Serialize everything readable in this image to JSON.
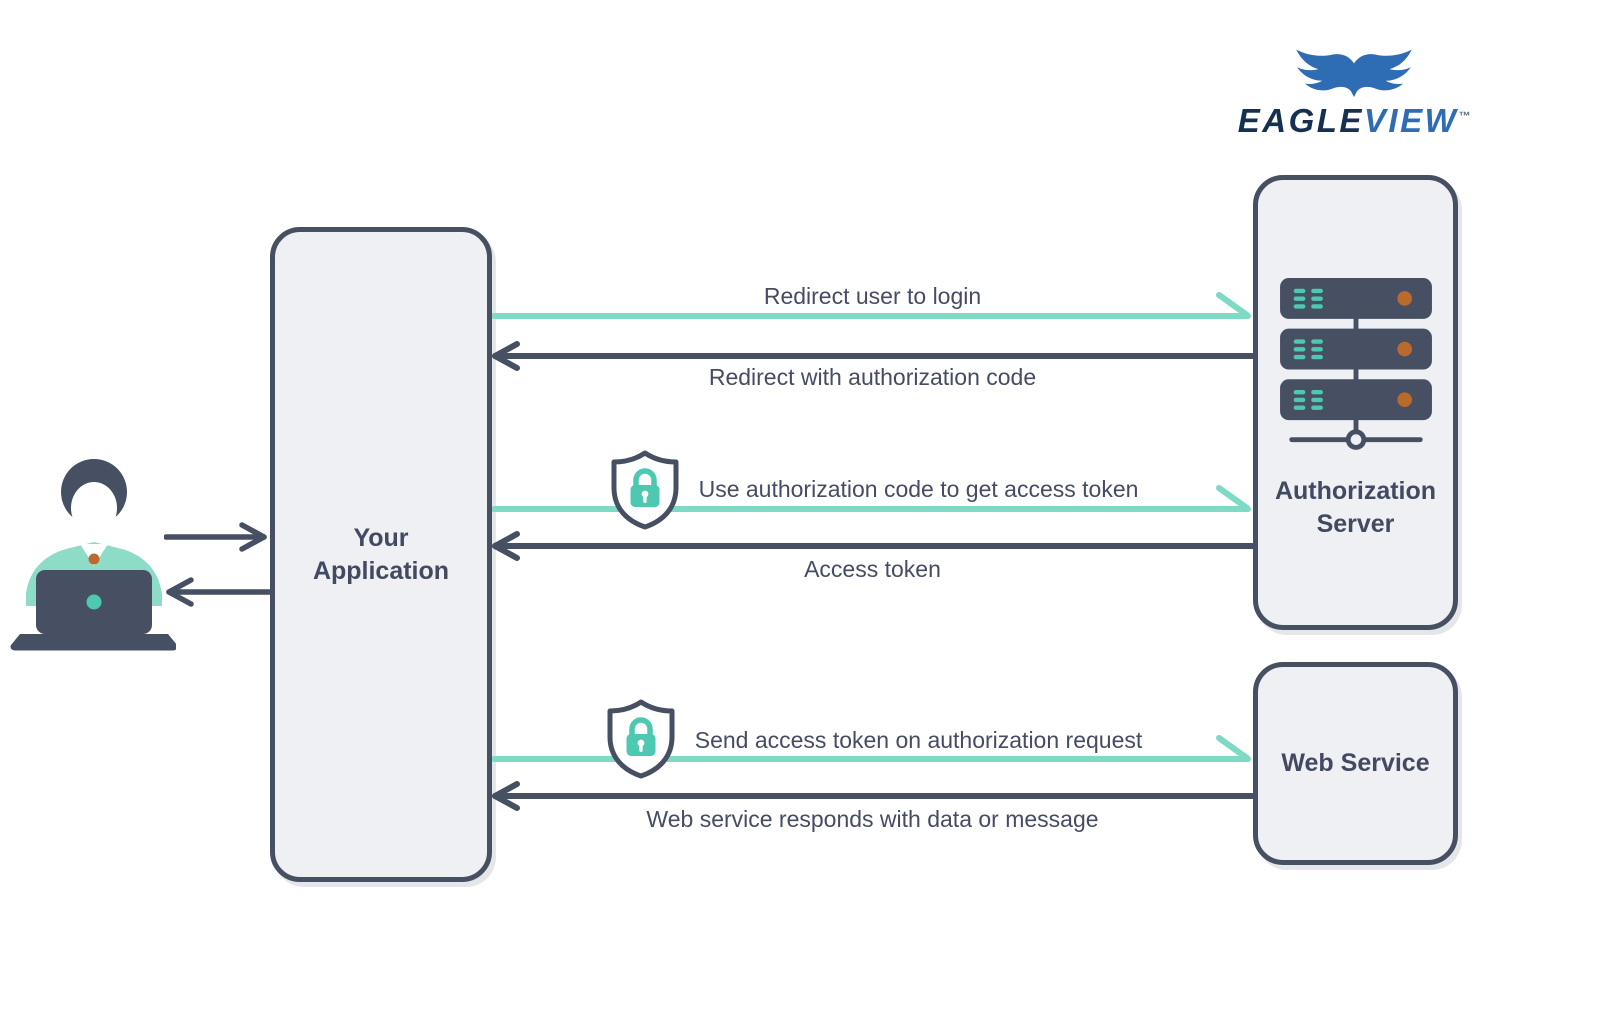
{
  "logo": {
    "brand_primary": "EAGLE",
    "brand_secondary": "VIEW",
    "trademark": "™"
  },
  "nodes": {
    "application": {
      "label_line1": "Your",
      "label_line2": "Application"
    },
    "auth_server": {
      "label_line1": "Authorization",
      "label_line2": "Server"
    },
    "web_service": {
      "label": "Web Service"
    }
  },
  "flows": [
    {
      "label": "Redirect user to login",
      "direction": "right",
      "style": "teal",
      "secure": false
    },
    {
      "label": "Redirect with authorization code",
      "direction": "left",
      "style": "dark",
      "secure": false
    },
    {
      "label": "Use authorization code to get access token",
      "direction": "right",
      "style": "teal",
      "secure": true
    },
    {
      "label": "Access token",
      "direction": "left",
      "style": "dark",
      "secure": false
    },
    {
      "label": "Send access token on authorization request",
      "direction": "right",
      "style": "teal",
      "secure": true
    },
    {
      "label": "Web service responds with data or message",
      "direction": "left",
      "style": "dark",
      "secure": false
    }
  ],
  "icons": {
    "eagle": "eagle-icon",
    "person": "person-at-laptop-icon",
    "server": "server-rack-icon",
    "shield": "shield-lock-icon"
  },
  "colors": {
    "dark_slate": "#474f63",
    "teal_arrow": "#7edac5",
    "teal_accent": "#4cc9b0",
    "box_fill": "#eef0f4",
    "orange": "#b96a2c",
    "logo_navy": "#16314f",
    "logo_blue": "#2e6db4",
    "label_text": "#454c63"
  }
}
